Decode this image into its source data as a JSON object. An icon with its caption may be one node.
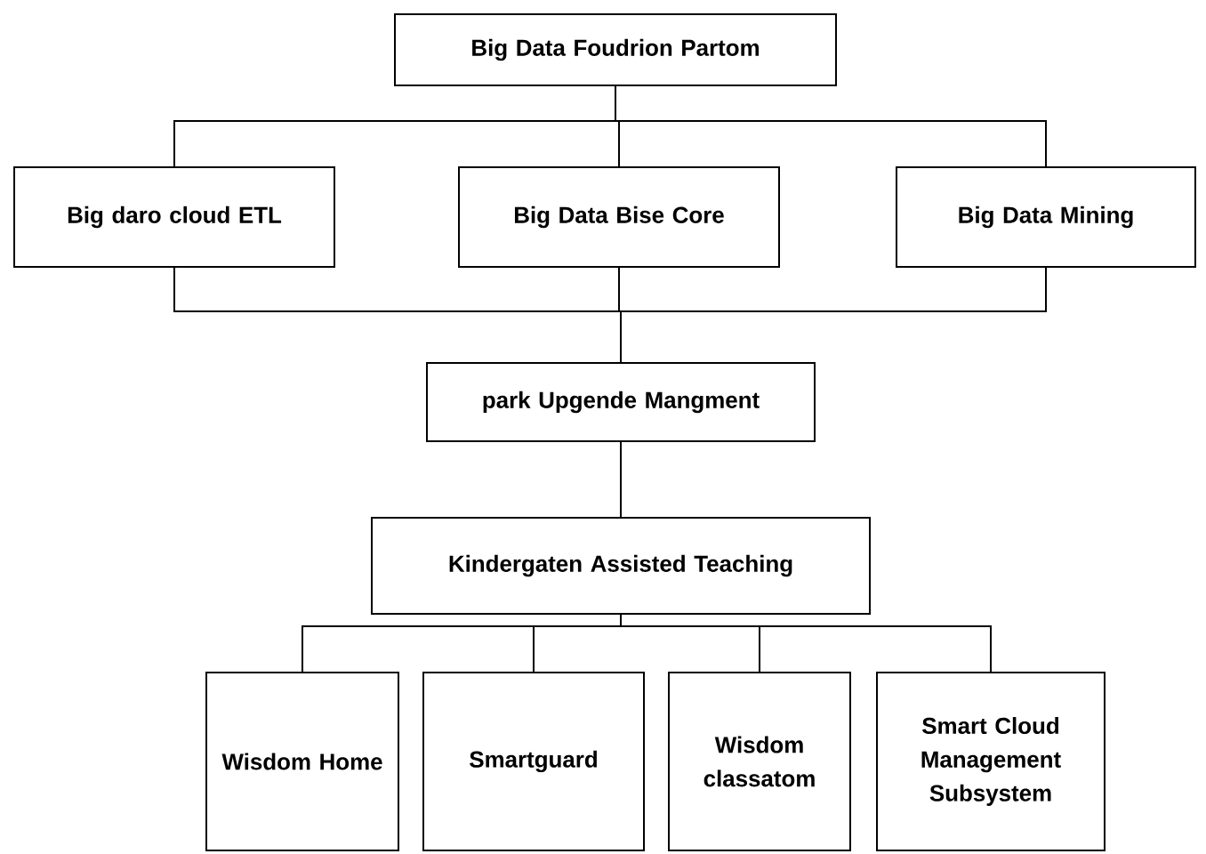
{
  "diagram": {
    "nodes": [
      {
        "text": [
          "Big Data Foudrion Partom"
        ]
      },
      {
        "text": [
          "Big daro cloud ETL"
        ]
      },
      {
        "text": [
          "Big Data Bise Core"
        ]
      },
      {
        "text": [
          "Big Data Mining"
        ]
      },
      {
        "text": [
          "park Upgende Mangment"
        ]
      },
      {
        "text": [
          "Kindergaten Assisted Teaching"
        ]
      },
      {
        "text": [
          "Wisdom Home"
        ]
      },
      {
        "text": [
          "Smartguard"
        ]
      },
      {
        "text": [
          "Wisdom classatom"
        ]
      },
      {
        "text": [
          "Smart Cloud Management Subsystem"
        ]
      }
    ],
    "edges": [
      {
        "from": 0,
        "to": 1,
        "arrow": "none"
      },
      {
        "from": 0,
        "to": 2,
        "arrow": "none"
      },
      {
        "from": 0,
        "to": 3,
        "arrow": "none"
      },
      {
        "from": 1,
        "to": 4,
        "arrow": "none"
      },
      {
        "from": 2,
        "to": 4,
        "arrow": "none"
      },
      {
        "from": 3,
        "to": 4,
        "arrow": "none"
      },
      {
        "from": 4,
        "to": 5,
        "arrow": "none"
      },
      {
        "from": 5,
        "to": 6,
        "arrow": "none"
      },
      {
        "from": 5,
        "to": 7,
        "arrow": "none"
      },
      {
        "from": 5,
        "to": 8,
        "arrow": "none"
      },
      {
        "from": 5,
        "to": 9,
        "arrow": "none"
      }
    ]
  }
}
